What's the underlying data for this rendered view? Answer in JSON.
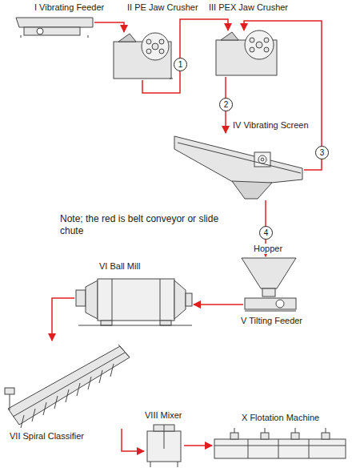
{
  "diagram": {
    "nodes": [
      {
        "text": [
          "I Vibrating Feeder"
        ]
      },
      {
        "text": [
          "II PE Jaw Crusher"
        ]
      },
      {
        "text": [
          "III PEX Jaw Crusher"
        ]
      },
      {
        "text": [
          "IV Vibrating Screen"
        ]
      },
      {
        "text": [
          "Hopper"
        ]
      },
      {
        "text": [
          "V Tilting Feeder"
        ]
      },
      {
        "text": [
          "VI Ball Mill"
        ]
      },
      {
        "text": [
          "VII Spiral Classifier"
        ]
      },
      {
        "text": [
          "VIII Mixer"
        ]
      },
      {
        "text": [
          "X Flotation Machine"
        ]
      }
    ],
    "edges": [
      {
        "from": 0,
        "to": 1,
        "arrow": "to"
      },
      {
        "from": 1,
        "to": 2,
        "label": "1",
        "arrow": "to"
      },
      {
        "from": 2,
        "to": 3,
        "label": "2",
        "arrow": "to"
      },
      {
        "from": 3,
        "to": 2,
        "label": "3",
        "arrow": "to"
      },
      {
        "from": 3,
        "to": 4,
        "label": "4",
        "arrow": "to"
      },
      {
        "from": 5,
        "to": 6,
        "arrow": "to"
      },
      {
        "from": 6,
        "to": 7,
        "arrow": "to"
      },
      {
        "from": 7,
        "to": 8,
        "arrow": "to"
      },
      {
        "from": 8,
        "to": 9,
        "arrow": "to"
      }
    ],
    "labels": [
      "Note; the red is belt conveyor or slide chute"
    ]
  }
}
